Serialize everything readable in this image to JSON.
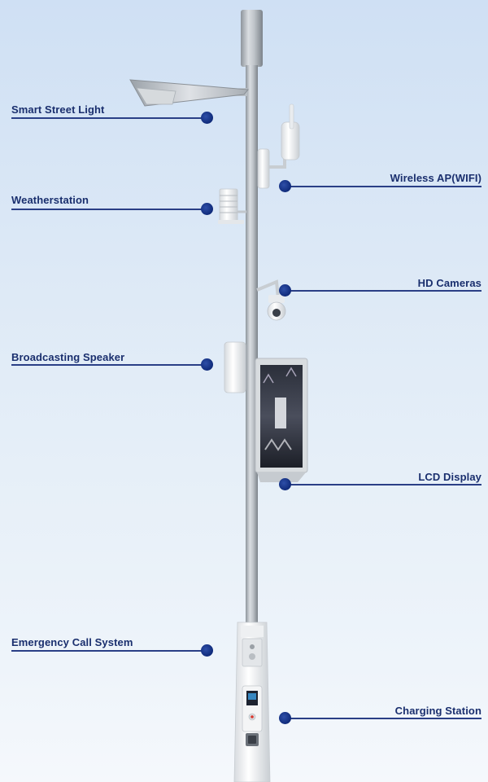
{
  "labels": {
    "smart_street_light": "Smart Street Light",
    "weatherstation": "Weatherstation",
    "broadcasting_speaker": "Broadcasting Speaker",
    "emergency_call_system": "Emergency Call System",
    "wireless_ap": "Wireless AP(WIFI)",
    "hd_cameras": "HD Cameras",
    "lcd_display": "LCD Display",
    "charging_station": "Charging Station"
  },
  "colors": {
    "label_text": "#1a2f6e",
    "leader_line": "#2a3f86",
    "marker_dot": "#0f2a7a"
  }
}
